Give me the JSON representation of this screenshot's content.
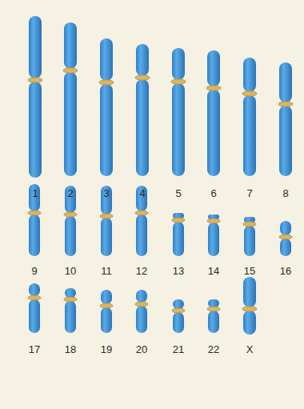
{
  "diagram": {
    "labels": [
      "1",
      "2",
      "3",
      "4",
      "5",
      "6",
      "7",
      "8",
      "9",
      "10",
      "11",
      "12",
      "13",
      "14",
      "15",
      "16",
      "17",
      "18",
      "19",
      "20",
      "21",
      "22",
      "X"
    ]
  }
}
